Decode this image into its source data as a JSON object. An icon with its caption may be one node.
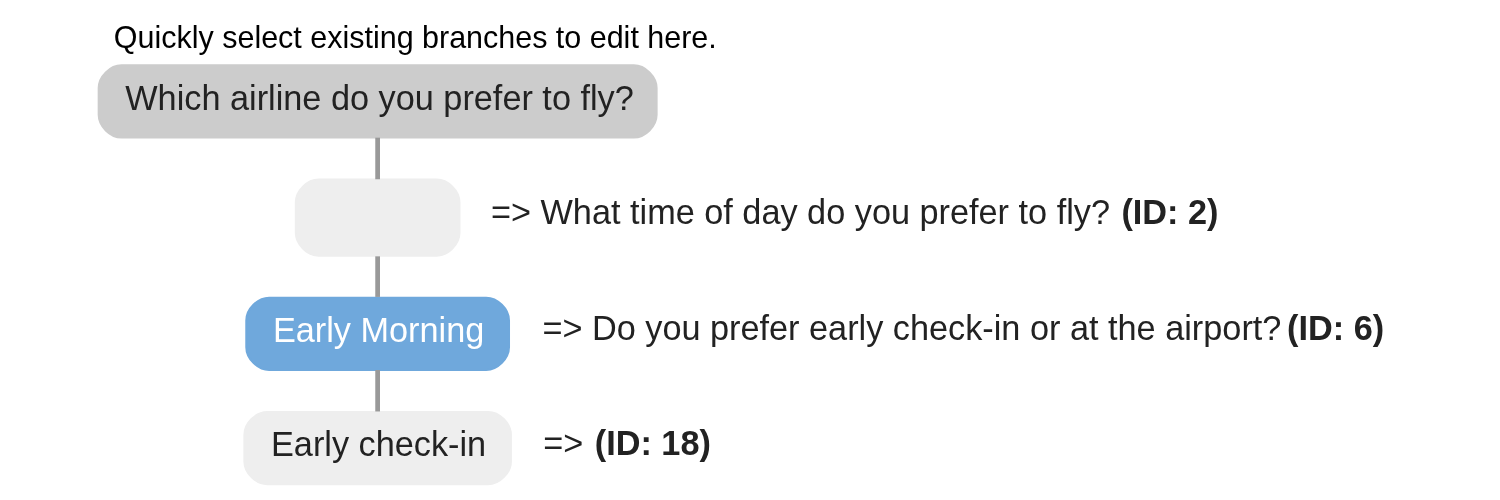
{
  "diagram": {
    "title": "Quickly select existing branches to edit here.",
    "nodes": [
      {
        "text": [
          "Which airline do you prefer to fly?"
        ]
      },
      {
        "text": [],
        "shape": "box",
        "beside": [
          "=> What time of day do you prefer to fly? **(ID: 2)**"
        ]
      },
      {
        "text": [
          "Early Morning"
        ],
        "beside": [
          "=> Do you prefer early check-in or at the airport? **(ID: 6)**"
        ]
      },
      {
        "text": [
          "Early check-in"
        ],
        "beside": [
          "=> **(ID: 18)**"
        ]
      }
    ],
    "edges": [
      {
        "from": 0,
        "to": 1,
        "arrow": "none"
      },
      {
        "from": 1,
        "to": 2,
        "arrow": "none"
      },
      {
        "from": 2,
        "to": 3,
        "arrow": "none"
      }
    ]
  }
}
